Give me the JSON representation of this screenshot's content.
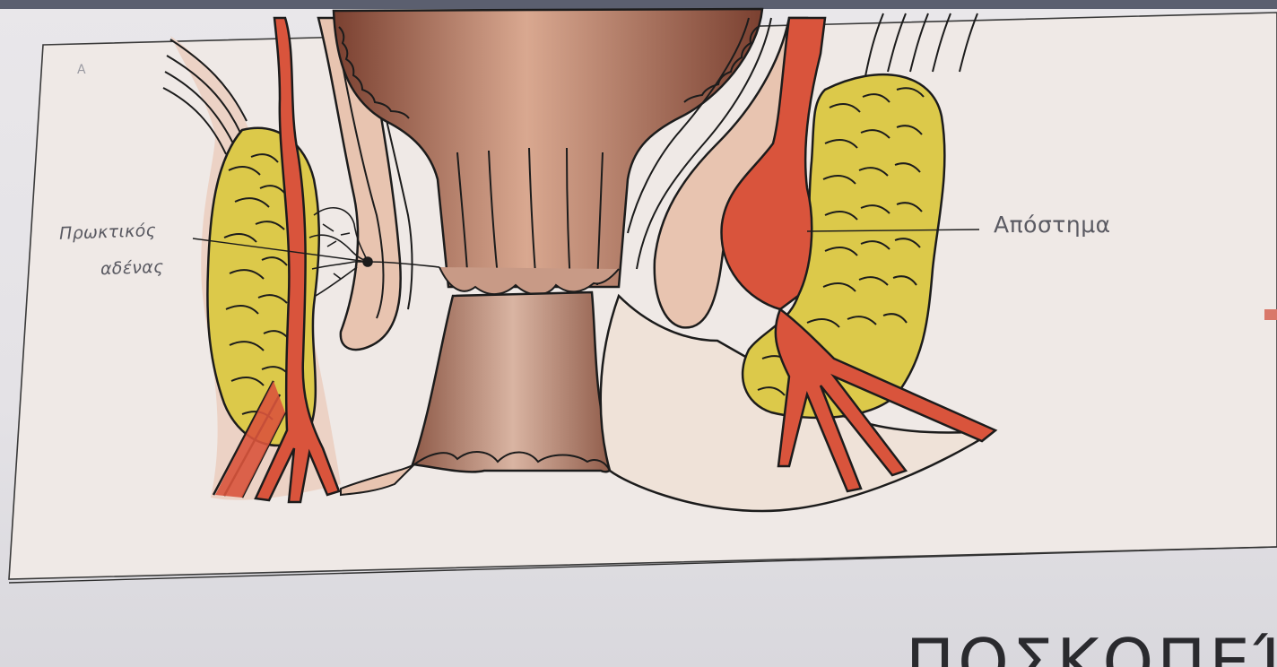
{
  "figure": {
    "panel_letter": "A",
    "labels": {
      "anal_gland_line1": "Πρωκτικός",
      "anal_gland_line2": "αδένας",
      "abscess": "Απόστημα"
    }
  },
  "page_text": {
    "bottom_fragment": "ΠΟΣΚΟΠΕΊ"
  },
  "colors": {
    "paper": "#ebe9ec",
    "panel_bg": "#efe7e3",
    "skin": "#e8c4b0",
    "rectum": "#9a5a4a",
    "muscle_red": "#d9543c",
    "fat_yellow": "#dcc94a",
    "outline": "#1c1c1c"
  }
}
